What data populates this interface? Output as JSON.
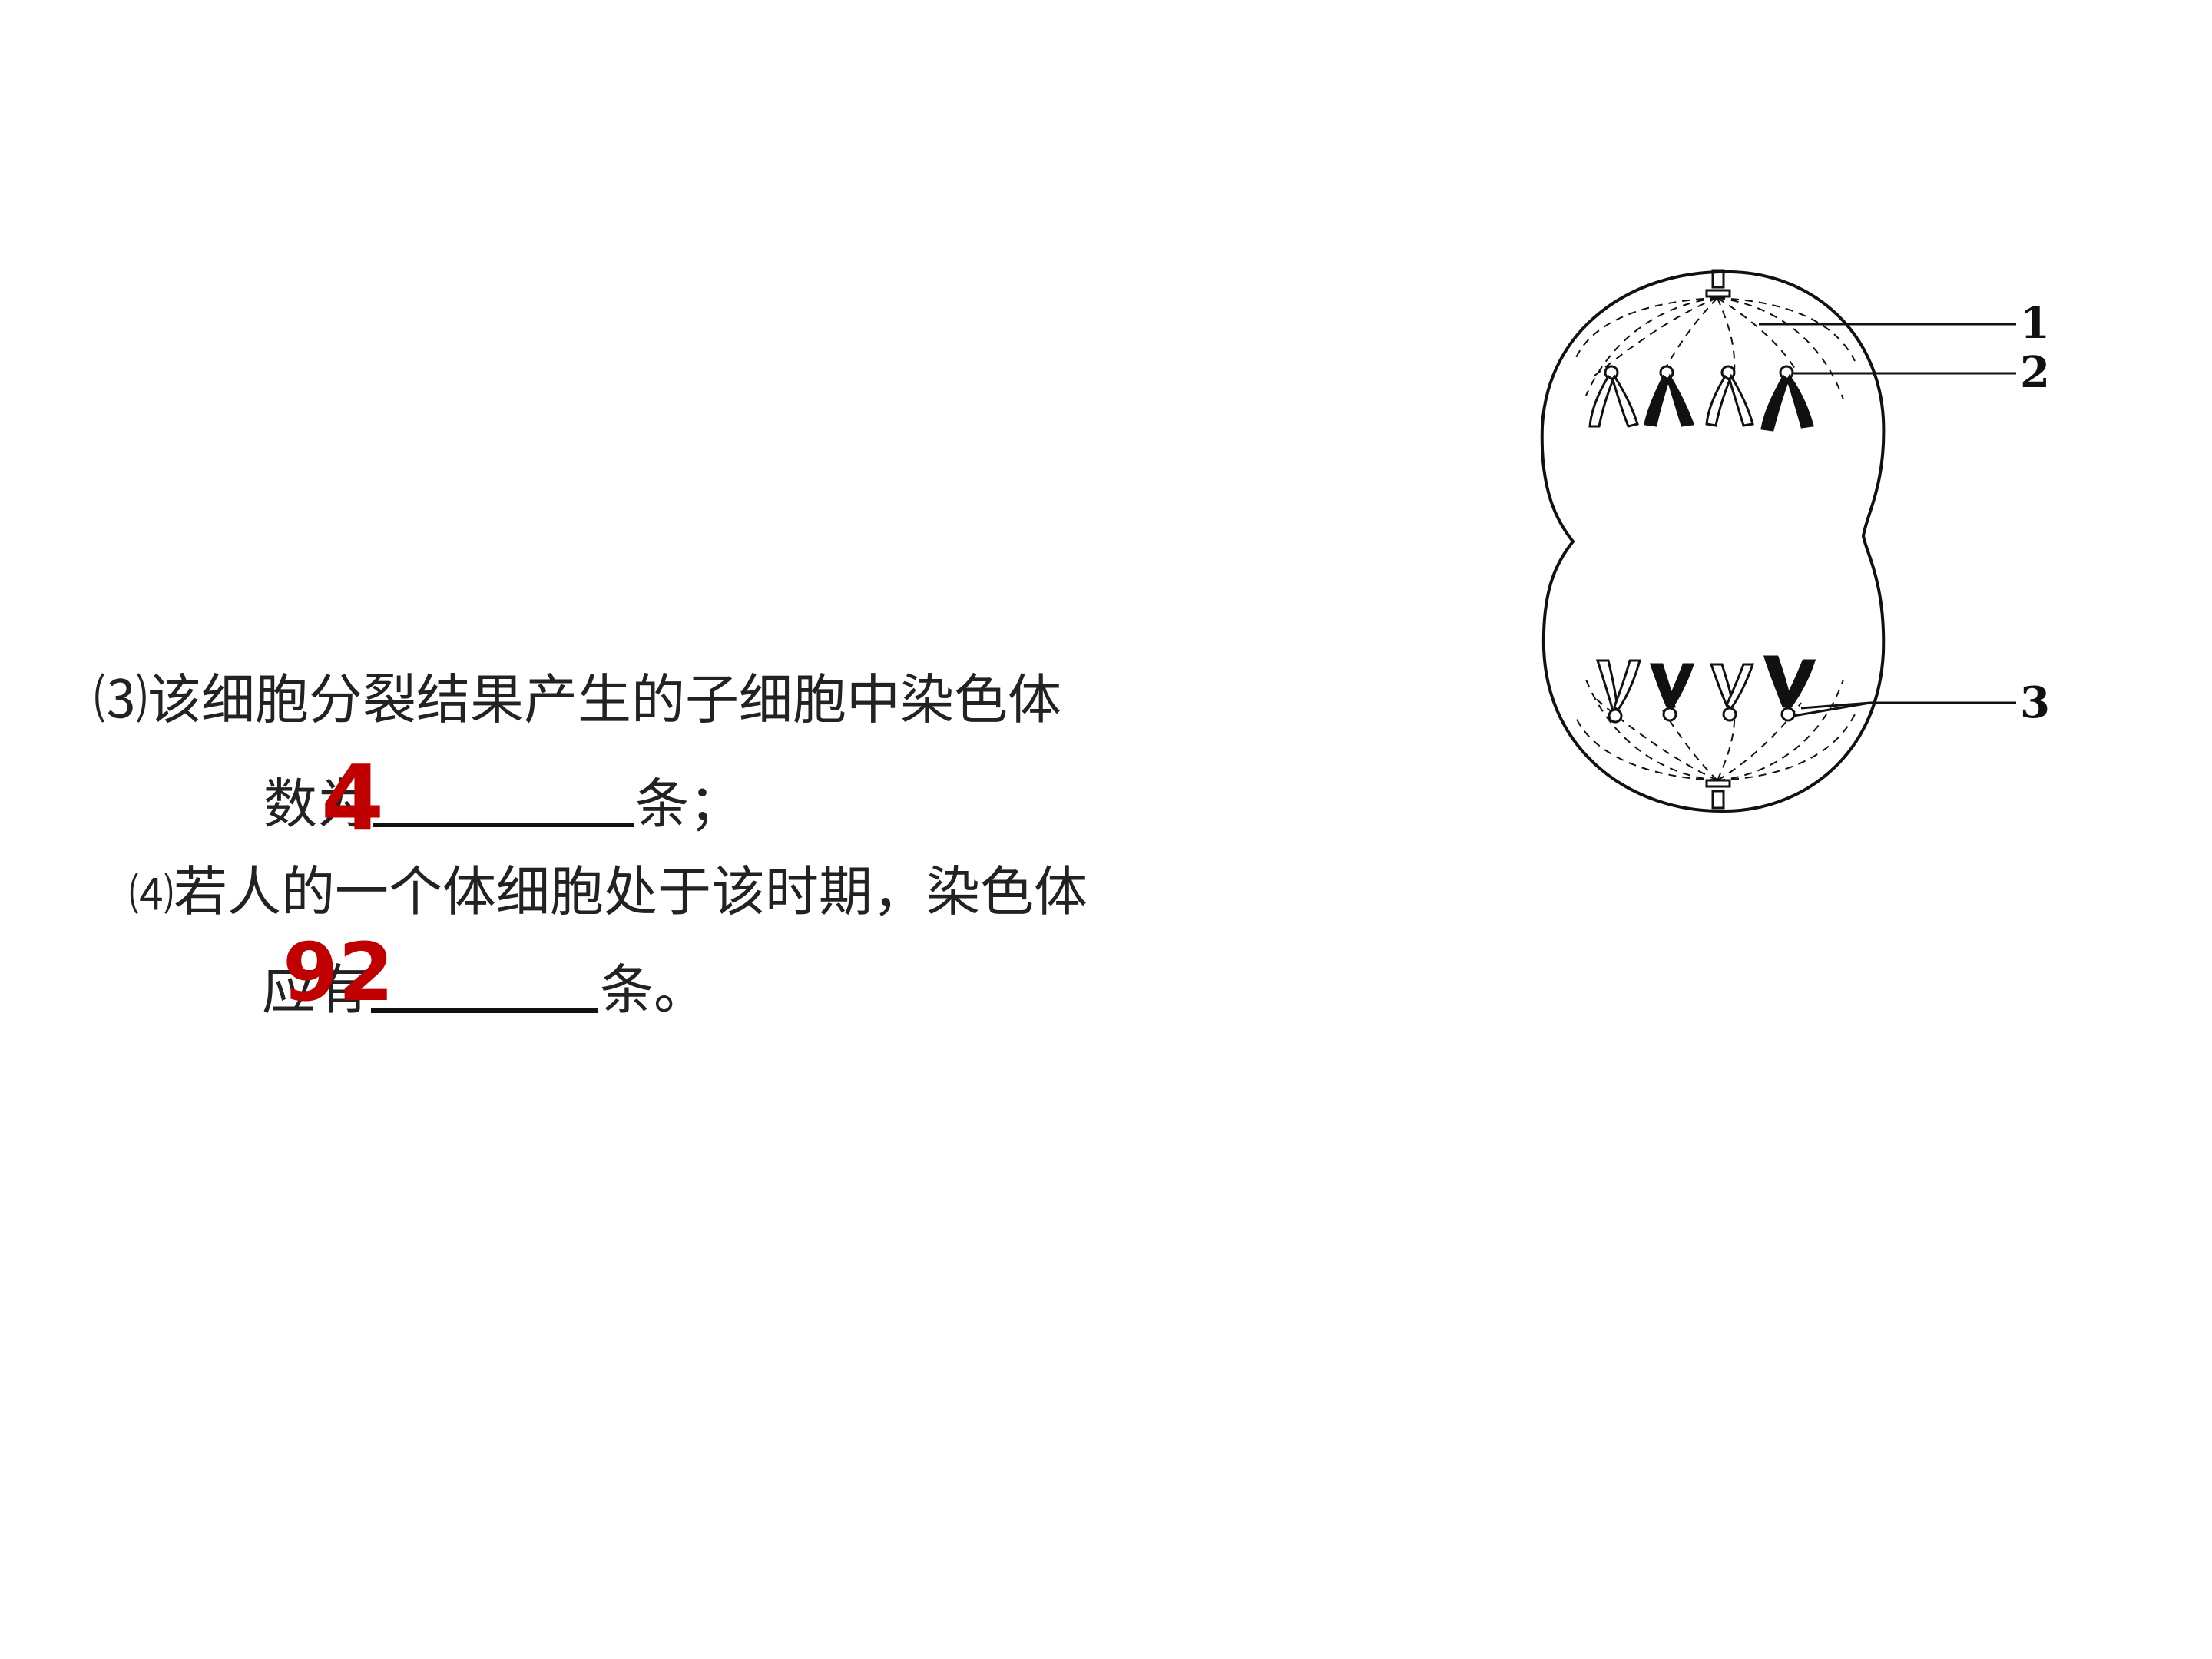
{
  "question3": {
    "number": "⑶",
    "line1": "该细胞分裂结果产生的子细胞中染色体",
    "line2_before": "数为",
    "line2_after": "条；",
    "answer": "4"
  },
  "question4": {
    "number": "⑷",
    "line1": "若人的一个体细胞处于该时期，染色体",
    "line2_before": "应有",
    "line2_after": "条。",
    "answer": "92"
  },
  "diagram": {
    "labels": [
      "1",
      "2",
      "3"
    ],
    "answer_color": "#c00000"
  }
}
